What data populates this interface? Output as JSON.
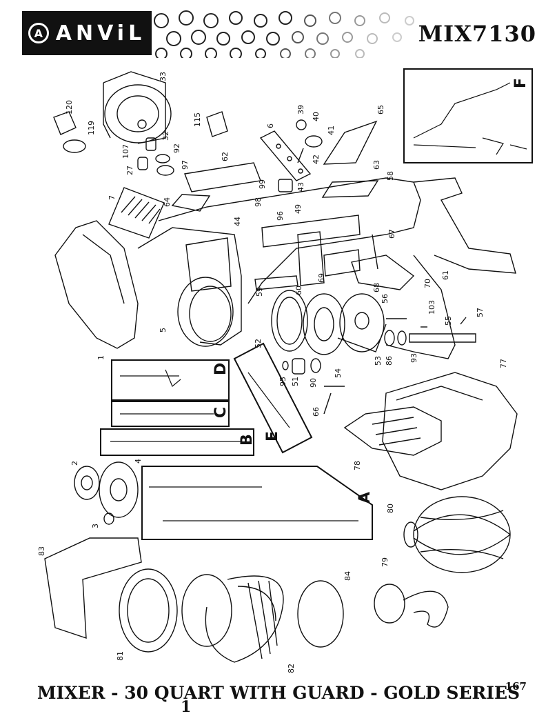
{
  "header": {
    "brand": "ANViL",
    "model": "MIX7130"
  },
  "footer": {
    "title": "MIXER - 30 QUART WITH GUARD - GOLD SERIES",
    "sub": "1",
    "page_number": "167"
  },
  "insets": {
    "F": "F",
    "D": "D",
    "C": "C",
    "B": "B",
    "E": "E",
    "A": "A"
  },
  "part_labels": {
    "p1": "1",
    "p2": "2",
    "p3": "3",
    "p4": "4",
    "p5": "5",
    "p6": "6",
    "p7": "7",
    "p27": "27",
    "p32": "32",
    "p33": "33",
    "p39": "39",
    "p40": "40",
    "p41": "41",
    "p42": "42",
    "p43": "43",
    "p44": "44",
    "p49": "49",
    "p51": "51",
    "p52": "52",
    "p53": "53",
    "p54": "54",
    "p55": "55",
    "p56": "56",
    "p57": "57",
    "p58": "58",
    "p59": "59",
    "p60": "60",
    "p61": "61",
    "p62": "62",
    "p63": "63",
    "p64": "64",
    "p65": "65",
    "p66": "66",
    "p67": "67",
    "p68": "68",
    "p69": "69",
    "p70": "70",
    "p77": "77",
    "p78": "78",
    "p79": "79",
    "p80": "80",
    "p81": "81",
    "p82": "82",
    "p83": "83",
    "p84": "84",
    "p86": "86",
    "p90": "90",
    "p92": "92",
    "p93": "93",
    "p95": "95",
    "p96": "96",
    "p97": "97",
    "p98": "98",
    "p99": "99",
    "p103": "103",
    "p107": "107",
    "p115": "115",
    "p119": "119",
    "p120": "120"
  }
}
